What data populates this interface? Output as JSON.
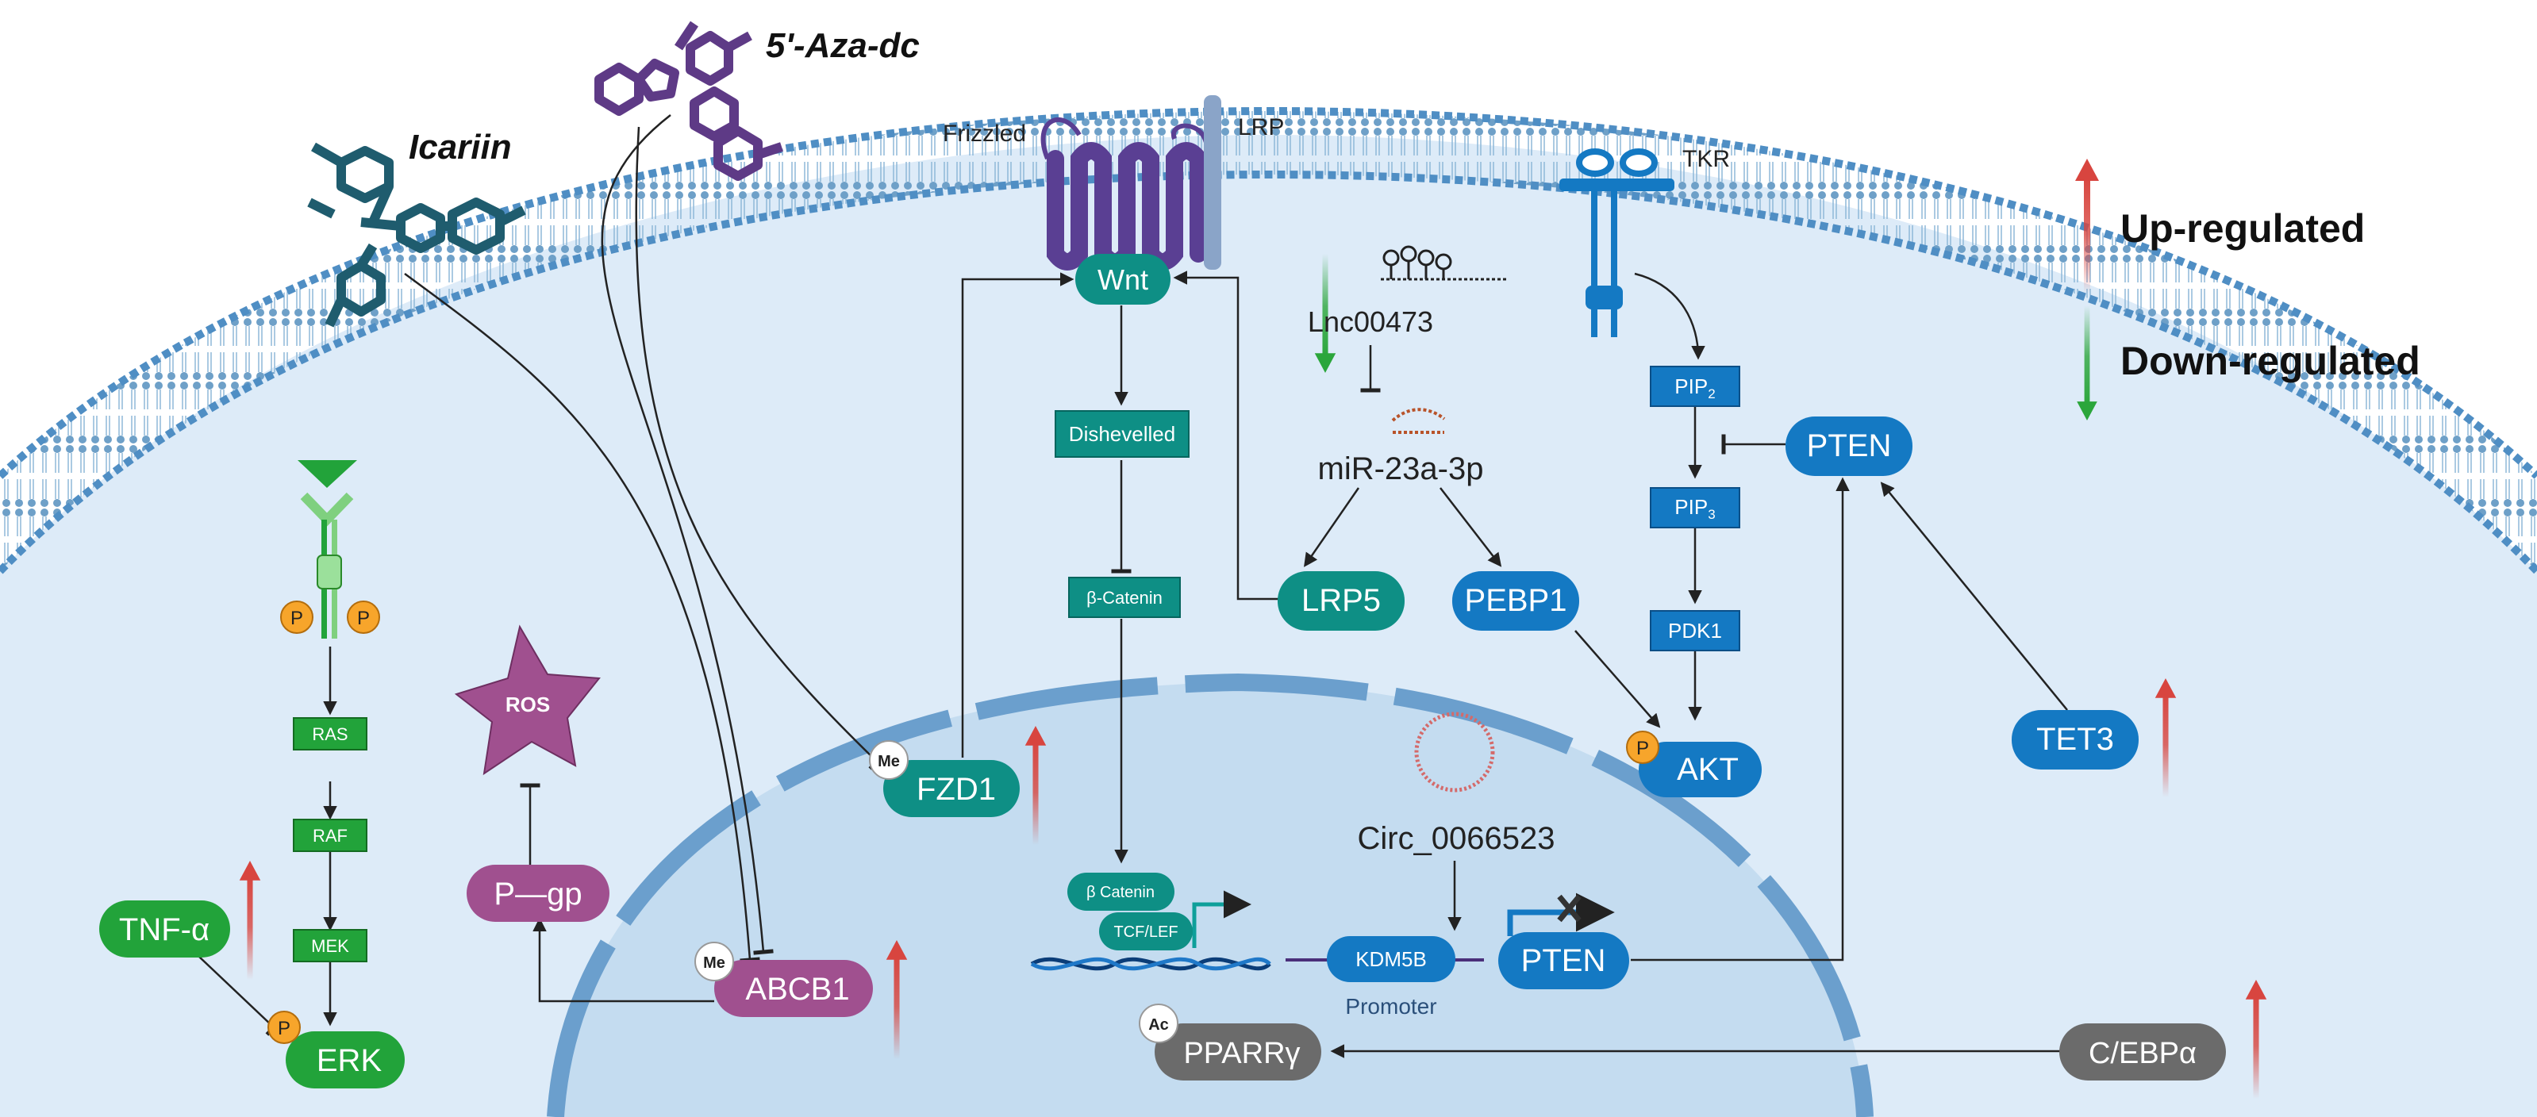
{
  "drugs": {
    "azadc": "5'-Aza-dc",
    "icariin": "Icariin"
  },
  "receptors": {
    "frizzled": "Frizzled",
    "lrp": "LRP",
    "tkr": "TKR"
  },
  "legend": {
    "up": "Up-regulated",
    "down": "Down-regulated"
  },
  "nodes": {
    "wnt": "Wnt",
    "dishevelled": "Dishevelled",
    "beta_catenin": "β-Catenin",
    "beta_catenin_nuc": "β Catenin",
    "tcf_lef": "TCF/LEF",
    "lnc": "Lnc00473",
    "mir": "miR-23a-3p",
    "lrp5": "LRP5",
    "pebp1": "PEBP1",
    "pip2": "PIP",
    "pip2_sub": "2",
    "pip3": "PIP",
    "pip3_sub": "3",
    "pdk1": "PDK1",
    "akt": "AKT",
    "pten_top": "PTEN",
    "pten_nuc": "PTEN",
    "tet3": "TET3",
    "ras": "RAS",
    "raf": "RAF",
    "mek": "MEK",
    "erk": "ERK",
    "tnf": "TNF-α",
    "ros": "ROS",
    "pgp": "P—gp",
    "abcb1": "ABCB1",
    "fzd1": "FZD1",
    "circ": "Circ_0066523",
    "kdm5b": "KDM5B",
    "promoter": "Promoter",
    "pparg": "PPARRγ",
    "cebpa": "C/EBPα"
  },
  "marks": {
    "me": "Me",
    "p": "P",
    "ac": "Ac"
  },
  "colors": {
    "teal": "#0e8f85",
    "blue": "#1479c3",
    "green": "#22a33a",
    "purple": "#a0508f",
    "gray": "#6b6b6b",
    "up_arrow": "#d8453f",
    "down_arrow": "#2ba63b",
    "receptor_purple": "#5a3f93",
    "drug_teal": "#1f5c6e",
    "drug_purple": "#5e3a86"
  }
}
